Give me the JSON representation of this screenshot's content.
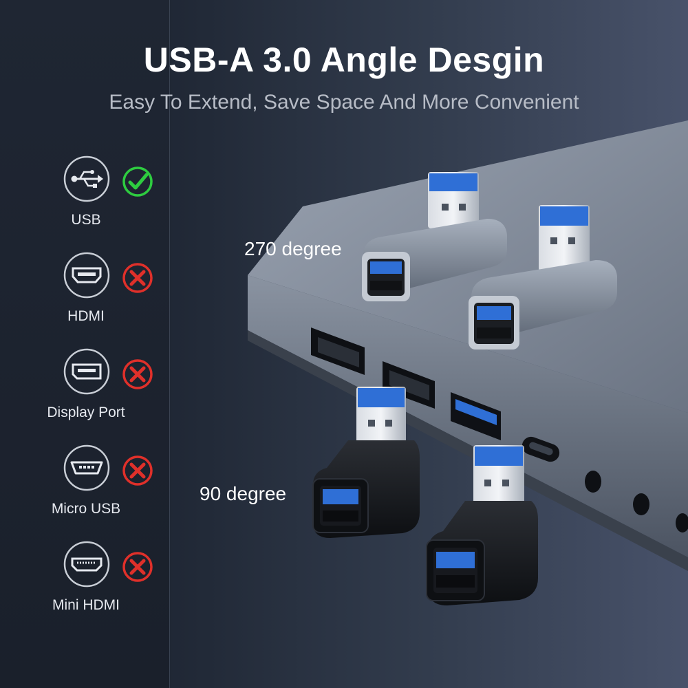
{
  "title": "USB-A 3.0 Angle Desgin",
  "subtitle": "Easy To Extend, Save Space And More Convenient",
  "compatibility": [
    {
      "label": "USB",
      "icon": "usb-icon",
      "status": "supported",
      "status_icon": "check-icon",
      "status_color": "#2ecc40"
    },
    {
      "label": "HDMI",
      "icon": "hdmi-port-icon",
      "status": "not-supported",
      "status_icon": "cross-icon",
      "status_color": "#e0302a"
    },
    {
      "label": "Display Port",
      "icon": "displayport-icon",
      "status": "not-supported",
      "status_icon": "cross-icon",
      "status_color": "#e0302a"
    },
    {
      "label": "Micro USB",
      "icon": "micro-usb-icon",
      "status": "not-supported",
      "status_icon": "cross-icon",
      "status_color": "#e0302a"
    },
    {
      "label": "Mini HDMI",
      "icon": "mini-hdmi-icon",
      "status": "not-supported",
      "status_icon": "cross-icon",
      "status_color": "#e0302a"
    }
  ],
  "angle_labels": {
    "upper": "270 degree",
    "lower": "90 degree"
  },
  "colors": {
    "usb_blue": "#2f6fd6",
    "adapter_grey": "#7d8796",
    "adapter_black": "#15171b"
  }
}
